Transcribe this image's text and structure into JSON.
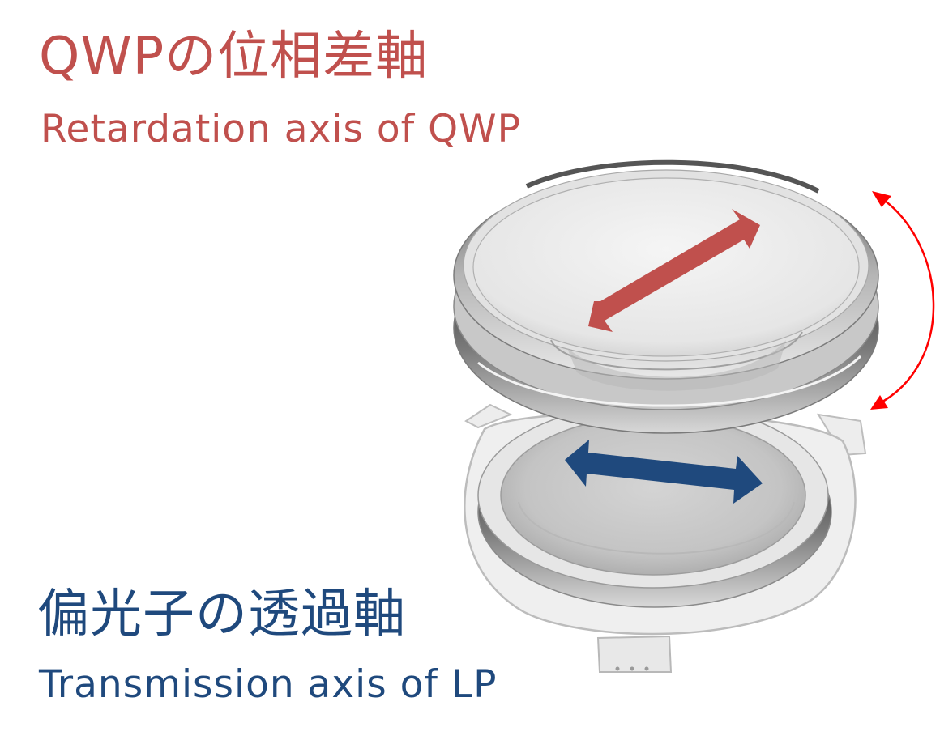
{
  "labels": {
    "qwp_jp": "QWPの位相差軸",
    "qwp_en": "Retardation axis of QWP",
    "lp_jp": "偏光子の透過軸",
    "lp_en": "Transmission axis of LP"
  },
  "colors": {
    "qwp": "#c0504d",
    "lp": "#1f497d",
    "rotation_arrow": "#ff0000"
  }
}
